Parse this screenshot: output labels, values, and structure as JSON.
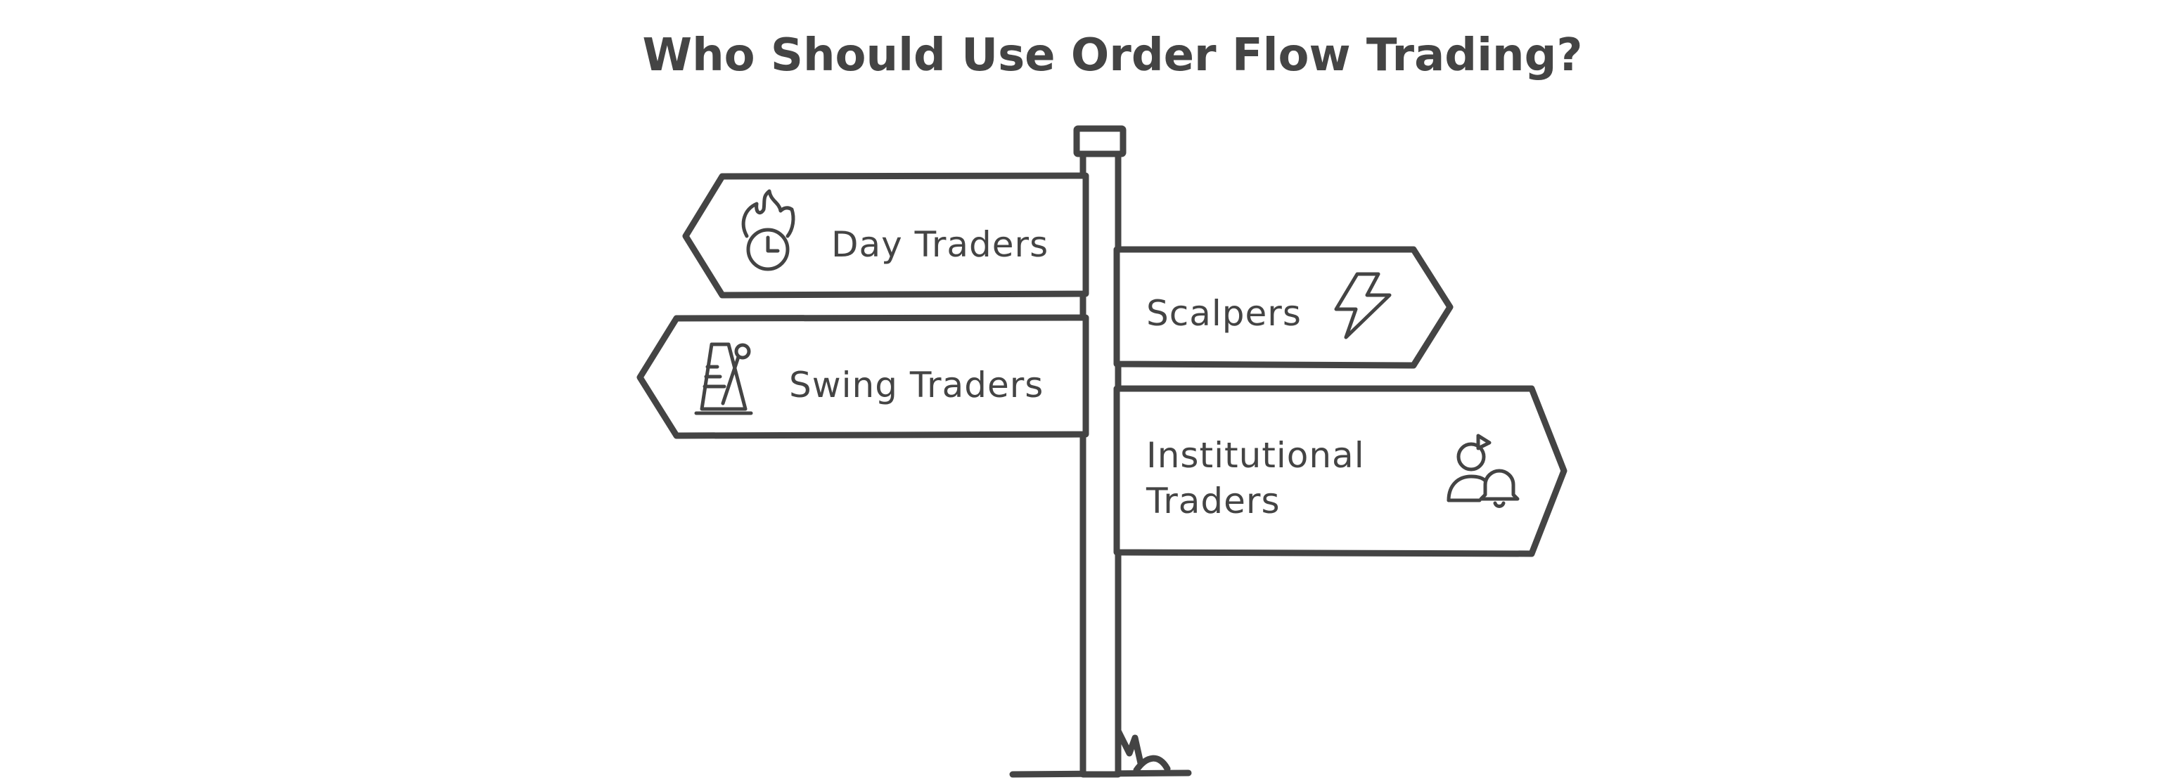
{
  "diagram": {
    "title": "Who Should Use Order Flow Trading?",
    "signs": [
      {
        "label": "Day Traders",
        "direction": "left",
        "icon": "clock-fire-icon"
      },
      {
        "label": "Scalpers",
        "direction": "right",
        "icon": "lightning-bolt-icon"
      },
      {
        "label": "Swing Traders",
        "direction": "left",
        "icon": "metronome-icon"
      },
      {
        "label_lines": [
          "Institutional",
          "Traders"
        ],
        "direction": "right",
        "icon": "person-chart-bell-icon"
      }
    ],
    "colors": {
      "stroke": "#444444",
      "fill": "#ffffff",
      "background": "#ffffff"
    }
  }
}
